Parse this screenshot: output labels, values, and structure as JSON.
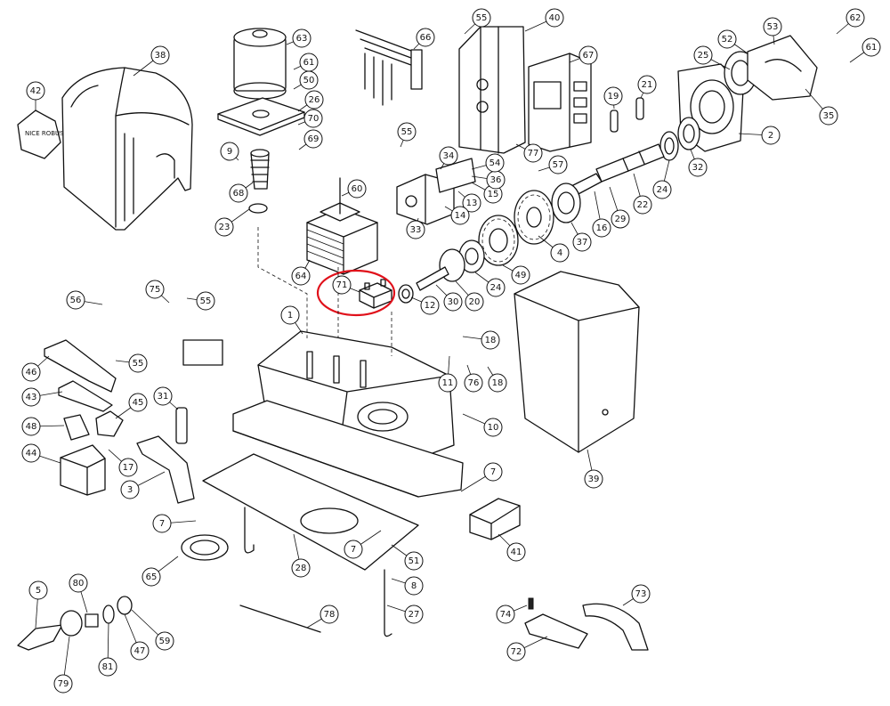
{
  "diagram": {
    "brand_text": "NICE ROBUS",
    "callouts": [
      {
        "id": "c1",
        "label": "1"
      },
      {
        "id": "c2",
        "label": "2"
      },
      {
        "id": "c3",
        "label": "3"
      },
      {
        "id": "c4",
        "label": "4"
      },
      {
        "id": "c5",
        "label": "5"
      },
      {
        "id": "c7a",
        "label": "7"
      },
      {
        "id": "c7b",
        "label": "7"
      },
      {
        "id": "c7c",
        "label": "7"
      },
      {
        "id": "c8",
        "label": "8"
      },
      {
        "id": "c9",
        "label": "9"
      },
      {
        "id": "c10",
        "label": "10"
      },
      {
        "id": "c11",
        "label": "11"
      },
      {
        "id": "c12",
        "label": "12"
      },
      {
        "id": "c13",
        "label": "13"
      },
      {
        "id": "c14",
        "label": "14"
      },
      {
        "id": "c15",
        "label": "15"
      },
      {
        "id": "c16",
        "label": "16"
      },
      {
        "id": "c17",
        "label": "17"
      },
      {
        "id": "c18a",
        "label": "18"
      },
      {
        "id": "c18b",
        "label": "18"
      },
      {
        "id": "c19",
        "label": "19"
      },
      {
        "id": "c20",
        "label": "20"
      },
      {
        "id": "c21",
        "label": "21"
      },
      {
        "id": "c22",
        "label": "22"
      },
      {
        "id": "c23",
        "label": "23"
      },
      {
        "id": "c24a",
        "label": "24"
      },
      {
        "id": "c24b",
        "label": "24"
      },
      {
        "id": "c25",
        "label": "25"
      },
      {
        "id": "c26",
        "label": "26"
      },
      {
        "id": "c27",
        "label": "27"
      },
      {
        "id": "c28",
        "label": "28"
      },
      {
        "id": "c29",
        "label": "29"
      },
      {
        "id": "c30",
        "label": "30"
      },
      {
        "id": "c31",
        "label": "31"
      },
      {
        "id": "c32",
        "label": "32"
      },
      {
        "id": "c33",
        "label": "33"
      },
      {
        "id": "c34",
        "label": "34"
      },
      {
        "id": "c35",
        "label": "35"
      },
      {
        "id": "c36",
        "label": "36"
      },
      {
        "id": "c37",
        "label": "37"
      },
      {
        "id": "c38",
        "label": "38"
      },
      {
        "id": "c39",
        "label": "39"
      },
      {
        "id": "c40",
        "label": "40"
      },
      {
        "id": "c41",
        "label": "41"
      },
      {
        "id": "c42",
        "label": "42"
      },
      {
        "id": "c43",
        "label": "43"
      },
      {
        "id": "c44",
        "label": "44"
      },
      {
        "id": "c45",
        "label": "45"
      },
      {
        "id": "c46",
        "label": "46"
      },
      {
        "id": "c47",
        "label": "47"
      },
      {
        "id": "c48",
        "label": "48"
      },
      {
        "id": "c49",
        "label": "49"
      },
      {
        "id": "c50",
        "label": "50"
      },
      {
        "id": "c51",
        "label": "51"
      },
      {
        "id": "c52",
        "label": "52"
      },
      {
        "id": "c53",
        "label": "53"
      },
      {
        "id": "c54",
        "label": "54"
      },
      {
        "id": "c55a",
        "label": "55"
      },
      {
        "id": "c55b",
        "label": "55"
      },
      {
        "id": "c55c",
        "label": "55"
      },
      {
        "id": "c55d",
        "label": "55"
      },
      {
        "id": "c56",
        "label": "56"
      },
      {
        "id": "c57",
        "label": "57"
      },
      {
        "id": "c59",
        "label": "59"
      },
      {
        "id": "c60",
        "label": "60"
      },
      {
        "id": "c61a",
        "label": "61"
      },
      {
        "id": "c61b",
        "label": "61"
      },
      {
        "id": "c62",
        "label": "62"
      },
      {
        "id": "c63",
        "label": "63"
      },
      {
        "id": "c64",
        "label": "64"
      },
      {
        "id": "c65",
        "label": "65"
      },
      {
        "id": "c66",
        "label": "66"
      },
      {
        "id": "c67",
        "label": "67"
      },
      {
        "id": "c68",
        "label": "68"
      },
      {
        "id": "c69",
        "label": "69"
      },
      {
        "id": "c70",
        "label": "70"
      },
      {
        "id": "c71",
        "label": "71"
      },
      {
        "id": "c72",
        "label": "72"
      },
      {
        "id": "c73",
        "label": "73"
      },
      {
        "id": "c74",
        "label": "74"
      },
      {
        "id": "c75",
        "label": "75"
      },
      {
        "id": "c76",
        "label": "76"
      },
      {
        "id": "c77",
        "label": "77"
      },
      {
        "id": "c78",
        "label": "78"
      },
      {
        "id": "c79",
        "label": "79"
      },
      {
        "id": "c80",
        "label": "80"
      },
      {
        "id": "c81",
        "label": "81"
      }
    ],
    "highlight": {
      "target": "71",
      "color": "#e0101a"
    }
  }
}
